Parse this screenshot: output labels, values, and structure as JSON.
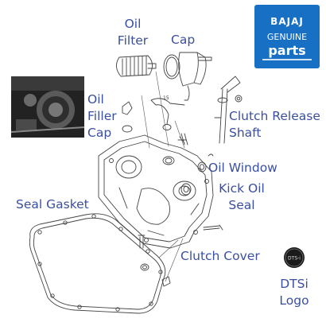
{
  "labels": {
    "oil_filter": [
      "Oil",
      "Filter"
    ],
    "cap": "Cap",
    "oil_filler_cap": [
      "Oil",
      "Filler",
      "Cap"
    ],
    "clutch_release_shaft": [
      "Clutch Release",
      "Shaft"
    ],
    "oil_window": "Oil Window",
    "kick_oil_seal": [
      "Kick Oil",
      "Seal"
    ],
    "seal_gasket": "Seal Gasket",
    "clutch_cover": "Clutch Cover",
    "dtsi_logo": [
      "DTSi",
      "Logo"
    ]
  },
  "part_numbers": {
    "n15": "15"
  },
  "logo": {
    "brand": "BAJAJ",
    "genuine": "GENUINE",
    "parts": "parts"
  },
  "emblem_text": "DTS-i",
  "colors": {
    "label": "#3a4fa0",
    "logo_bg": "#1770c4",
    "line": "#444444"
  }
}
